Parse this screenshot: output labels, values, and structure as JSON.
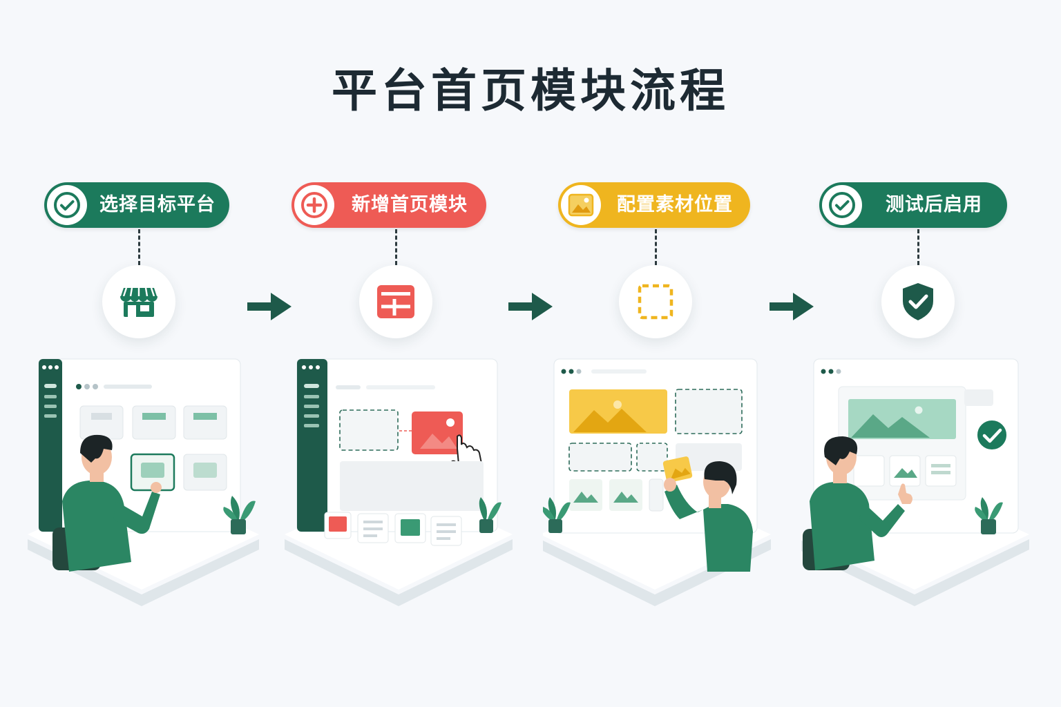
{
  "title": "平台首页模块流程",
  "colors": {
    "green": "#1c7a5c",
    "dark_green": "#1e5a4a",
    "red": "#ee5b55",
    "yellow": "#efb51f",
    "bg": "#f6f8fb"
  },
  "steps": [
    {
      "label": "选择目标平台",
      "badge_icon": "check-circle-icon",
      "node_icon": "storefront-icon",
      "color": "#1c7a5c"
    },
    {
      "label": "新增首页模块",
      "badge_icon": "plus-circle-icon",
      "node_icon": "layout-grid-icon",
      "color": "#ee5b55"
    },
    {
      "label": "配置素材位置",
      "badge_icon": "image-icon",
      "node_icon": "dashed-frame-icon",
      "color": "#efb51f"
    },
    {
      "label": "测试后启用",
      "badge_icon": "check-circle-icon",
      "node_icon": "shield-check-icon",
      "color": "#1c7a5c"
    }
  ]
}
